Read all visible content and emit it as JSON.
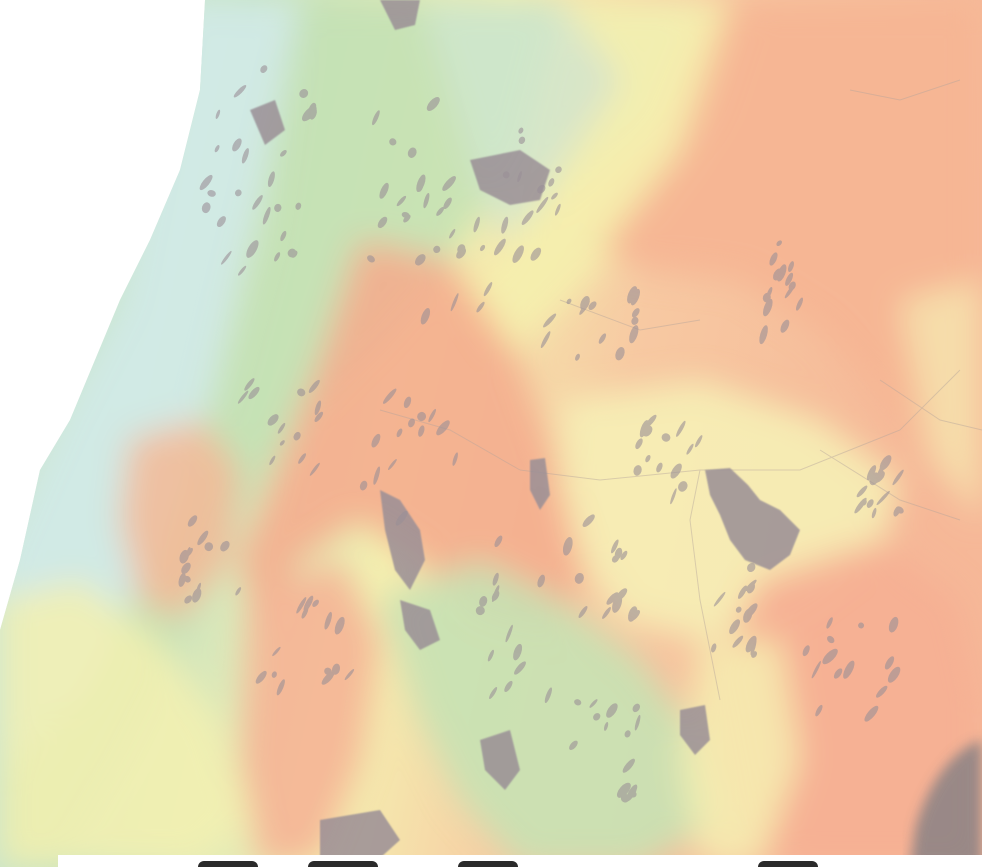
{
  "map": {
    "type": "elevation-relief-map",
    "colors": {
      "background": "#ffffff",
      "lowland_cyan": "#d8ecec",
      "green": "#bfe0b4",
      "yellow": "#f6f2ac",
      "orange": "#f6b894",
      "salmon": "#f4a98c",
      "built_up_areas": "#9a8f96",
      "dark_corner": "#8f8485"
    },
    "features": [
      "terrain-relief",
      "built-up-areas",
      "roads-rivers",
      "dark-corner-blob"
    ]
  }
}
